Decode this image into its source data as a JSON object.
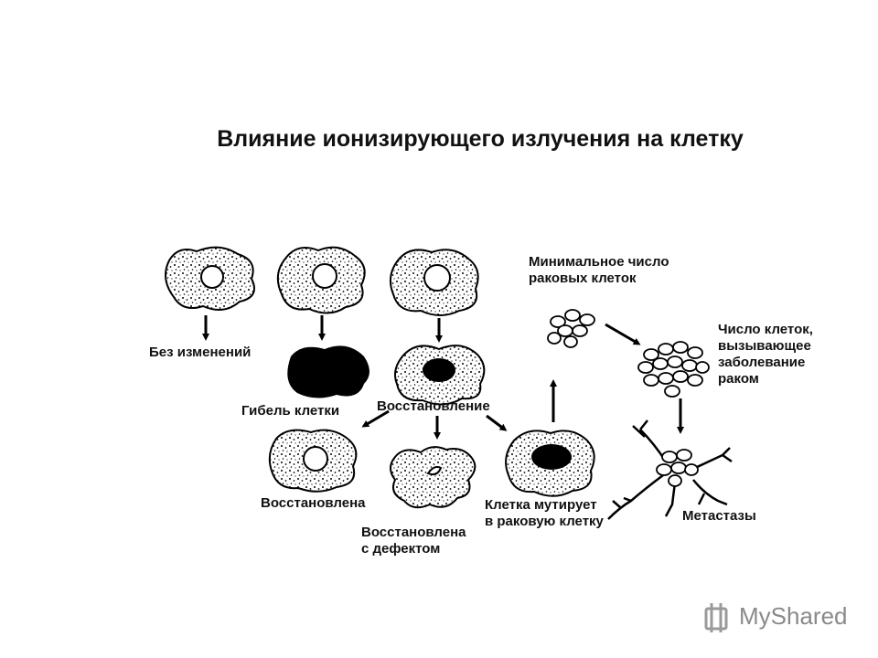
{
  "title": "Влияние ионизирующего излучения на клетку",
  "labels": {
    "no_change": "Без изменений",
    "cell_death": "Гибель клетки",
    "recovery": "Восстановление",
    "restored": "Восстановлена",
    "restored_defect_1": "Восстановлена",
    "restored_defect_2": "с дефектом",
    "mutates_1": "Клетка мутирует",
    "mutates_2": "в раковую клетку",
    "min_1": "Минимальное число",
    "min_2": "раковых клеток",
    "disease_1": "Число клеток,",
    "disease_2": "вызывающее",
    "disease_3": "заболевание",
    "disease_4": "раком",
    "metastases": "Метастазы"
  },
  "watermark": {
    "brand": "MyShared"
  }
}
